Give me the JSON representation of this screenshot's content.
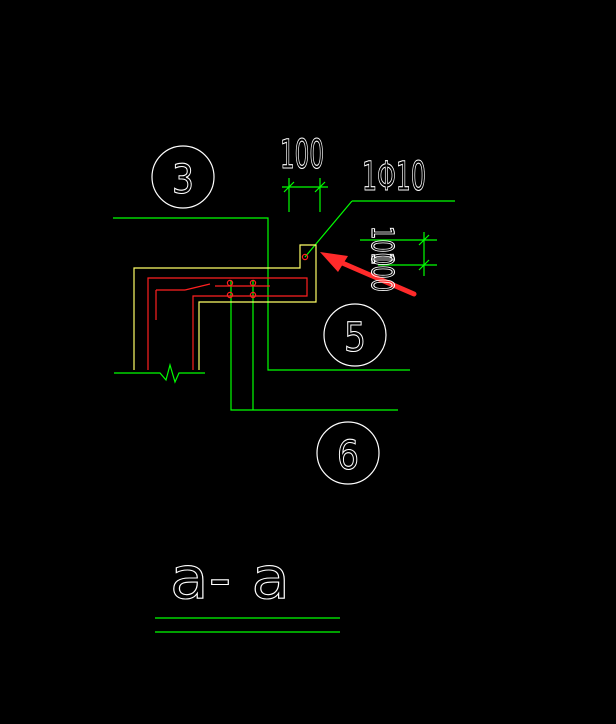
{
  "drawing": {
    "labels": {
      "circle_3": "3",
      "circle_5": "5",
      "circle_6": "6",
      "dim_top": "100",
      "dim_side_1": "100",
      "dim_side_2": "100",
      "rebar_note": "1Φ10",
      "section_title": "a- a"
    },
    "colors": {
      "background": "#000000",
      "white": "#ffffff",
      "green": "#00ff00",
      "yellow": "#ffff66",
      "red": "#ff2020",
      "arrow": "#ff2a2a"
    }
  }
}
